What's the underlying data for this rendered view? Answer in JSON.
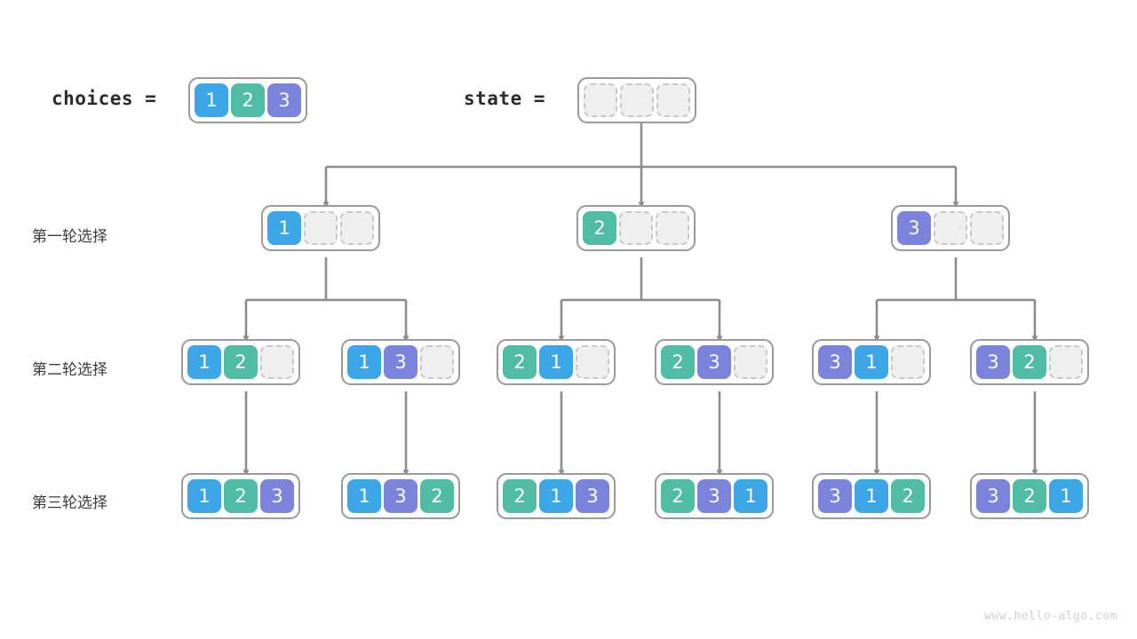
{
  "title": "Permutation backtracking tree",
  "watermark": "www.hello-algo.com",
  "colors": {
    "value_1": "#3BA7E8",
    "value_2": "#4FBCA3",
    "value_3": "#7B84DB",
    "empty_slot_fill": "#efefef",
    "empty_slot_border": "#c8c8c8",
    "box_border": "#9a9a9a",
    "connector": "#8c8c8c",
    "label_text": "#3c3c3c",
    "watermark_text": "#d0d0d0"
  },
  "header": {
    "choices_label": "choices  =",
    "choices_values": [
      "1",
      "2",
      "3"
    ],
    "state_label": "state  =",
    "state_values": [
      "",
      "",
      ""
    ]
  },
  "rows": [
    {
      "label": "第一轮选择",
      "nodes": [
        {
          "values": [
            "1",
            "",
            ""
          ]
        },
        {
          "values": [
            "2",
            "",
            ""
          ]
        },
        {
          "values": [
            "3",
            "",
            ""
          ]
        }
      ]
    },
    {
      "label": "第二轮选择",
      "nodes": [
        {
          "values": [
            "1",
            "2",
            ""
          ]
        },
        {
          "values": [
            "1",
            "3",
            ""
          ]
        },
        {
          "values": [
            "2",
            "1",
            ""
          ]
        },
        {
          "values": [
            "2",
            "3",
            ""
          ]
        },
        {
          "values": [
            "3",
            "1",
            ""
          ]
        },
        {
          "values": [
            "3",
            "2",
            ""
          ]
        }
      ]
    },
    {
      "label": "第三轮选择",
      "nodes": [
        {
          "values": [
            "1",
            "2",
            "3"
          ]
        },
        {
          "values": [
            "1",
            "3",
            "2"
          ]
        },
        {
          "values": [
            "2",
            "1",
            "3"
          ]
        },
        {
          "values": [
            "2",
            "3",
            "1"
          ]
        },
        {
          "values": [
            "3",
            "1",
            "2"
          ]
        },
        {
          "values": [
            "3",
            "2",
            "1"
          ]
        }
      ]
    }
  ]
}
